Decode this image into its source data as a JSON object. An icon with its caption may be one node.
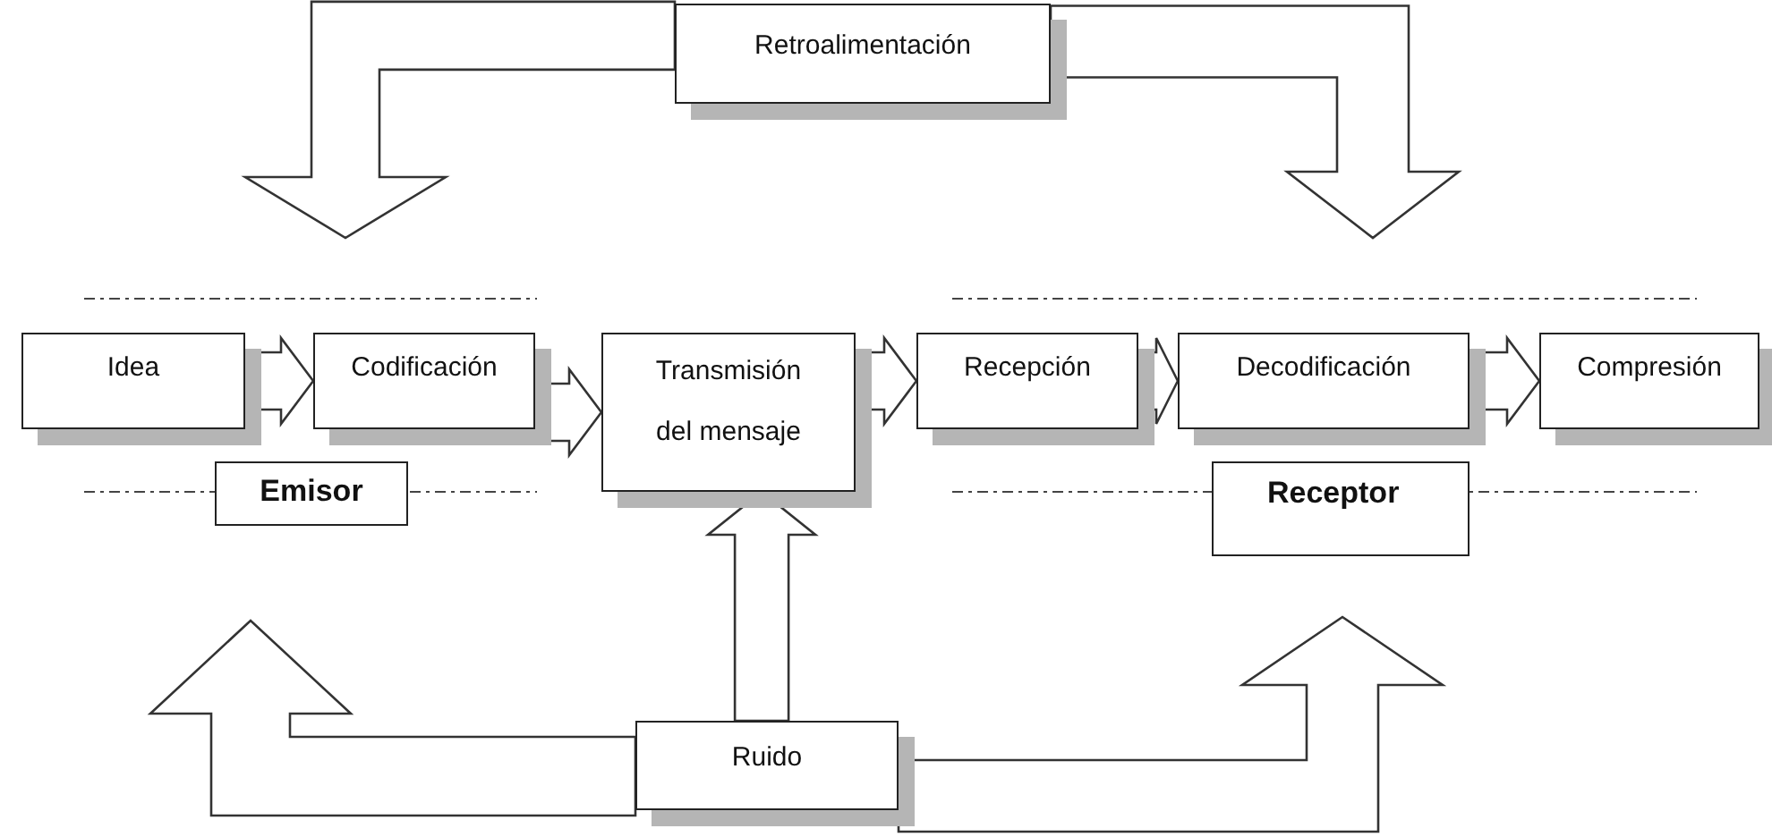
{
  "diagram": {
    "nodes": [
      {
        "text": [
          "Retroalimentación"
        ]
      },
      {
        "text": [
          "Idea"
        ]
      },
      {
        "text": [
          "Codificación"
        ]
      },
      {
        "text": [
          "Transmisión del mensaje"
        ]
      },
      {
        "text": [
          "Recepción"
        ]
      },
      {
        "text": [
          "Decodificación"
        ]
      },
      {
        "text": [
          "Compresión"
        ]
      },
      {
        "text": [
          "Emisor"
        ]
      },
      {
        "text": [
          "Receptor"
        ]
      },
      {
        "text": [
          "Ruido"
        ]
      }
    ],
    "edges": [
      {
        "from": 1,
        "to": 2,
        "arrow": "to"
      },
      {
        "from": 2,
        "to": 3,
        "arrow": "to"
      },
      {
        "from": 3,
        "to": 4,
        "arrow": "to"
      },
      {
        "from": 4,
        "to": 5,
        "arrow": "to"
      },
      {
        "from": 5,
        "to": 6,
        "arrow": "to"
      },
      {
        "from": 0,
        "to": null,
        "arrow": "to"
      },
      {
        "from": 0,
        "to": null,
        "arrow": "to"
      },
      {
        "from": 9,
        "to": 3,
        "arrow": "to"
      },
      {
        "from": 9,
        "to": null,
        "arrow": "to"
      },
      {
        "from": 9,
        "to": null,
        "arrow": "to"
      }
    ]
  }
}
